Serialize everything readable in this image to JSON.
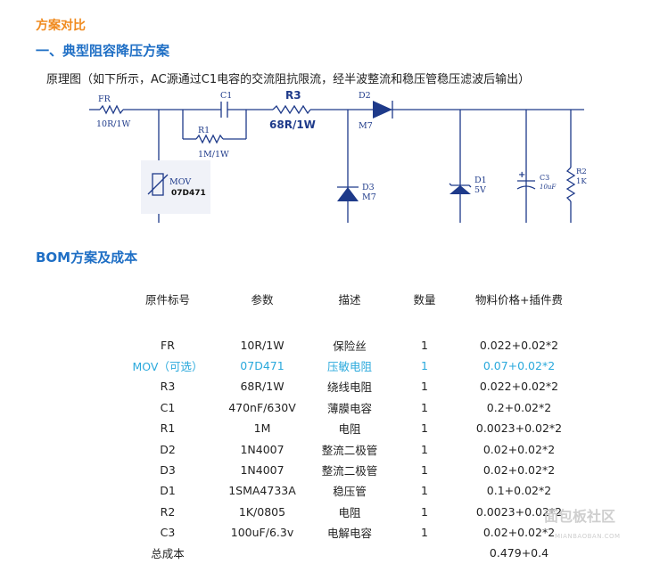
{
  "doc": {
    "heading_main": "方案对比",
    "heading_sub": "一、典型阻容降压方案",
    "intro": "原理图（如下所示，AC源通过C1电容的交流阻抗限流，经半波整流和稳压管稳压滤波后输出）",
    "bom_heading": "BOM方案及成本"
  },
  "schematic": {
    "fr_label": "FR",
    "fr_value": "10R/1W",
    "c1_label": "C1",
    "r1_label": "R1",
    "r1_value": "1M/1W",
    "r3_label": "R3",
    "r3_value": "68R/1W",
    "d2_label": "D2",
    "d2_value": "M7",
    "d3_label": "D3",
    "d3_value": "M7",
    "mov_label": "MOV",
    "mov_value": "07D471",
    "d1_label": "D1",
    "d1_value": "5V",
    "c3_label": "C3",
    "c3_value": "10uF",
    "r2_label": "R2",
    "r2_value": "1K"
  },
  "bom": {
    "headers": [
      "原件标号",
      "参数",
      "描述",
      "数量",
      "物料价格+插件费"
    ],
    "rows": [
      [
        "FR",
        "10R/1W",
        "保险丝",
        "1",
        "0.022+0.02*2"
      ],
      [
        "MOV（可选）",
        "07D471",
        "压敏电阻",
        "1",
        "0.07+0.02*2"
      ],
      [
        "R3",
        "68R/1W",
        "绕线电阻",
        "1",
        "0.022+0.02*2"
      ],
      [
        "C1",
        "470nF/630V",
        "薄膜电容",
        "1",
        "0.2+0.02*2"
      ],
      [
        "R1",
        "1M",
        "电阻",
        "1",
        "0.0023+0.02*2"
      ],
      [
        "D2",
        "1N4007",
        "整流二极管",
        "1",
        "0.02+0.02*2"
      ],
      [
        "D3",
        "1N4007",
        "整流二极管",
        "1",
        "0.02+0.02*2"
      ],
      [
        "D1",
        "1SMA4733A",
        "稳压管",
        "1",
        "0.1+0.02*2"
      ],
      [
        "R2",
        "1K/0805",
        "电阻",
        "1",
        "0.0023+0.02*2"
      ],
      [
        "C3",
        "100uF/6.3v",
        "电解电容",
        "1",
        "0.02+0.02*2"
      ]
    ],
    "total_label": "总成本",
    "total_value": "0.479+0.4"
  },
  "watermark": {
    "text": "面包板社区",
    "sub": "MIANBAOBAN.COM"
  },
  "colors": {
    "heading_orange": "#f08a1e",
    "heading_blue": "#1f6fc5",
    "highlight": "#2aa9dc",
    "circuit_blue": "#1e3a8a"
  }
}
